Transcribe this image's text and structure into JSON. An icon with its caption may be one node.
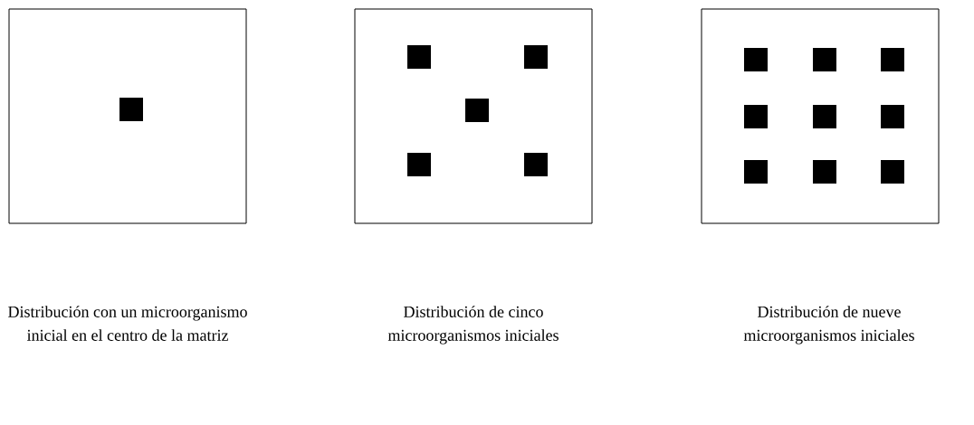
{
  "diagram": {
    "nodes": [
      {
        "text": [],
        "shape": "box"
      },
      {
        "text": [],
        "shape": "square",
        "in": 0
      },
      {
        "text": [],
        "shape": "box"
      },
      {
        "text": [],
        "shape": "square",
        "in": 2
      },
      {
        "text": [],
        "shape": "square",
        "in": 2
      },
      {
        "text": [],
        "shape": "square",
        "in": 2
      },
      {
        "text": [],
        "shape": "square",
        "in": 2
      },
      {
        "text": [],
        "shape": "square",
        "in": 2
      },
      {
        "text": [],
        "shape": "box"
      },
      {
        "text": [],
        "shape": "square",
        "in": 8
      },
      {
        "text": [],
        "shape": "square",
        "in": 8
      },
      {
        "text": [],
        "shape": "square",
        "in": 8
      },
      {
        "text": [],
        "shape": "square",
        "in": 8
      },
      {
        "text": [],
        "shape": "square",
        "in": 8
      },
      {
        "text": [],
        "shape": "square",
        "in": 8
      },
      {
        "text": [],
        "shape": "square",
        "in": 8
      },
      {
        "text": [],
        "shape": "square",
        "in": 8
      },
      {
        "text": [],
        "shape": "square",
        "in": 8
      }
    ],
    "labels": [
      "Distribución con un microorganismo inicial en el centro de la matriz",
      "Distribución de cinco microorganismos iniciales",
      "Distribución de nueve microorganismos iniciales"
    ]
  }
}
